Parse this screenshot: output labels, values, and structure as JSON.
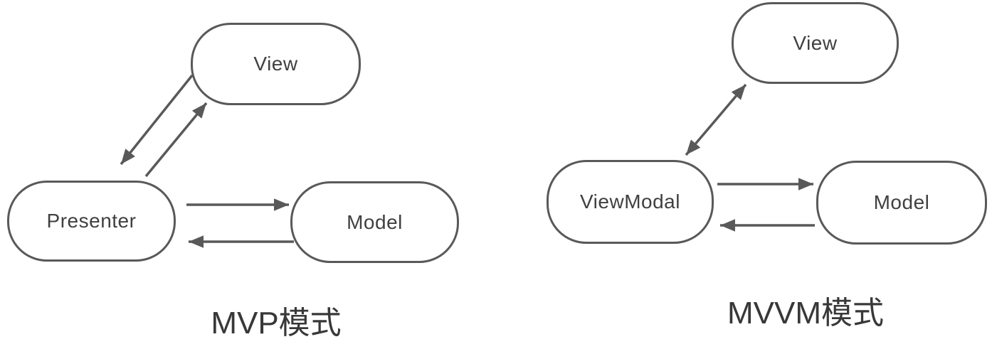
{
  "colors": {
    "stroke": "#595959",
    "node_text": "#404040",
    "title_text": "#383838",
    "background": "#ffffff"
  },
  "diagrams": [
    {
      "title": "MVP模式",
      "nodes": [
        {
          "label": "View"
        },
        {
          "label": "Presenter"
        },
        {
          "label": "Model"
        }
      ],
      "edges": [
        {
          "from": "View",
          "to": "Presenter",
          "direction": "one-way"
        },
        {
          "from": "Presenter",
          "to": "View",
          "direction": "one-way"
        },
        {
          "from": "Presenter",
          "to": "Model",
          "direction": "one-way"
        },
        {
          "from": "Model",
          "to": "Presenter",
          "direction": "one-way"
        }
      ]
    },
    {
      "title": "MVVM模式",
      "nodes": [
        {
          "label": "View"
        },
        {
          "label": "ViewModal"
        },
        {
          "label": "Model"
        }
      ],
      "edges": [
        {
          "from": "ViewModal",
          "to": "View",
          "direction": "two-way"
        },
        {
          "from": "ViewModal",
          "to": "Model",
          "direction": "one-way"
        },
        {
          "from": "Model",
          "to": "ViewModal",
          "direction": "one-way"
        }
      ]
    }
  ]
}
